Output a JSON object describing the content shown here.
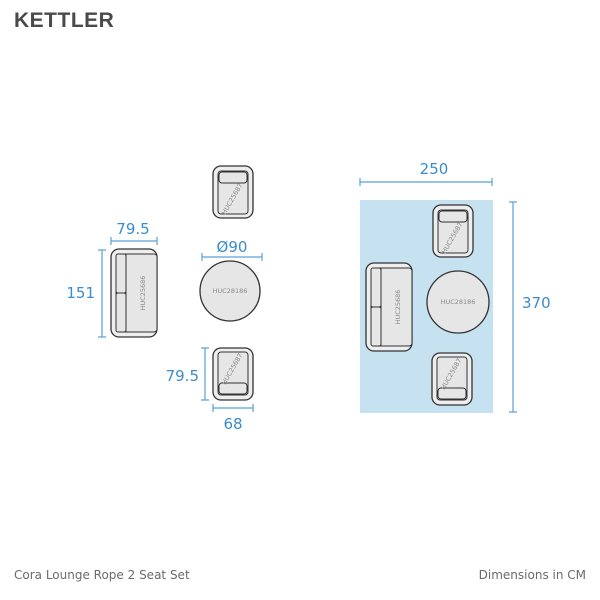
{
  "brand": "KETTLER",
  "product_name": "Cora Lounge Rope 2 Seat Set",
  "units_note": "Dimensions in CM",
  "colors": {
    "dimension": "#3a8ccc",
    "rug": "#c6e1f0",
    "furniture_fill": "#e6e6e6",
    "outline": "#333333"
  },
  "pieces": {
    "sofa_code": "HUC25686",
    "chair_code": "HUC25687",
    "table_code": "HUC28186"
  },
  "dimensions": {
    "sofa_depth": "79.5",
    "sofa_width": "151",
    "table_diameter": "Ø90",
    "chair_depth": "79.5",
    "chair_width": "68",
    "layout_width": "250",
    "layout_length": "370"
  }
}
